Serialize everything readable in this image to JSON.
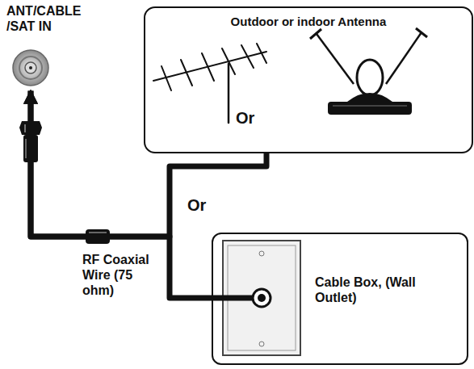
{
  "diagram": {
    "nodes": [
      {
        "text": [
          "ANT/CABLE /SAT IN"
        ]
      },
      {
        "text": [
          "Outdoor or indoor Antenna"
        ]
      },
      {
        "text": [
          "Cable Box, (Wall Outlet)"
        ]
      }
    ],
    "edges": [
      {
        "from": 1,
        "to": 0,
        "arrow": "to"
      },
      {
        "from": 2,
        "to": 0,
        "arrow": "to"
      }
    ],
    "labels": [
      "Or",
      "Or",
      "RF Coaxial Wire (75 ohm)"
    ]
  }
}
